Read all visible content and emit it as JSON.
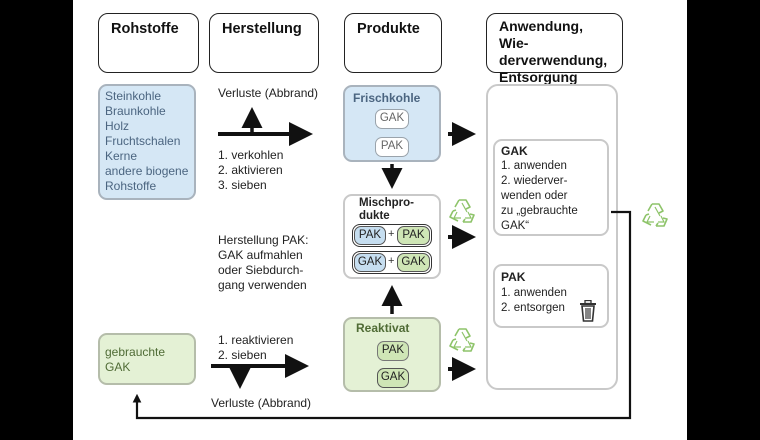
{
  "headers": {
    "rohstoffe": "Rohstoffe",
    "herstellung": "Herstellung",
    "produkte": "Produkte",
    "anwendung": "Anwendung, Wie-\nderverwendung,\nEntsorgung"
  },
  "raw_materials": "Steinkohle\nBraunkohle\nHolz\nFruchtschalen\nKerne\nandere biogene\nRohstoffe",
  "used_gak": "gebrauchte\nGAK",
  "production": {
    "losses_top": "Verluste (Abbrand)",
    "steps_top": "1. verkohlen\n2. aktivieren\n3. sieben",
    "pak_production": "Herstellung PAK:\nGAK aufmahlen\noder Siebdurch-\ngang verwenden",
    "steps_bottom": "1. reaktivieren\n2. sieben",
    "losses_bottom": "Verluste (Abbrand)"
  },
  "products": {
    "fresh": {
      "title": "Frischkohle",
      "items": [
        "GAK",
        "PAK"
      ]
    },
    "mixed": {
      "title": "Mischpro-\ndukte",
      "row1": [
        "PAK",
        "+",
        "PAK"
      ],
      "row2": [
        "GAK",
        "+",
        "GAK"
      ]
    },
    "reactivate": {
      "title": "Reaktivat",
      "items": [
        "PAK",
        "GAK"
      ]
    }
  },
  "application": {
    "gak": {
      "title": "GAK",
      "steps": "1. anwenden\n2. wiederver-\nwenden oder\nzu „gebrauchte\nGAK“"
    },
    "pak": {
      "title": "PAK",
      "steps": "1. anwenden\n2. entsorgen"
    }
  },
  "icons": [
    "recycle-icon",
    "trash-icon",
    "arrow-icon"
  ],
  "colors": {
    "blue": "#d5e7f5",
    "green": "#e4f1d5",
    "recycle": "#8ec46a"
  }
}
